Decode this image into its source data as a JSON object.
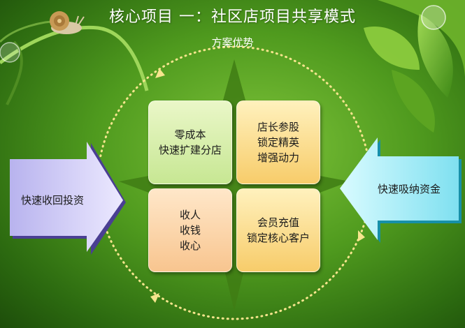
{
  "header": {
    "title": "核心项目 一：社区店项目共享模式",
    "subtitle": "方案优势"
  },
  "quadrants": {
    "top_left": {
      "line1": "零成本",
      "line2": "快速扩建分店"
    },
    "top_right": {
      "line1": "店长参股",
      "line2": "锁定精英",
      "line3": "增强动力"
    },
    "bottom_left": {
      "line1": "收人",
      "line2": "收钱",
      "line3": "收心"
    },
    "bottom_right": {
      "line1": "会员充值",
      "line2": "锁定核心客户"
    }
  },
  "arrows": {
    "left_label": "快速收回投资",
    "right_label": "快速吸纳资金"
  },
  "colors": {
    "left_arrow": "#c9c5f5",
    "right_arrow": "#8ee7f5",
    "dotted_circle": "#f6e58d",
    "box_green": "#d6eea8",
    "box_yellow": "#f9d77c",
    "box_peach": "#fbd3a6"
  }
}
